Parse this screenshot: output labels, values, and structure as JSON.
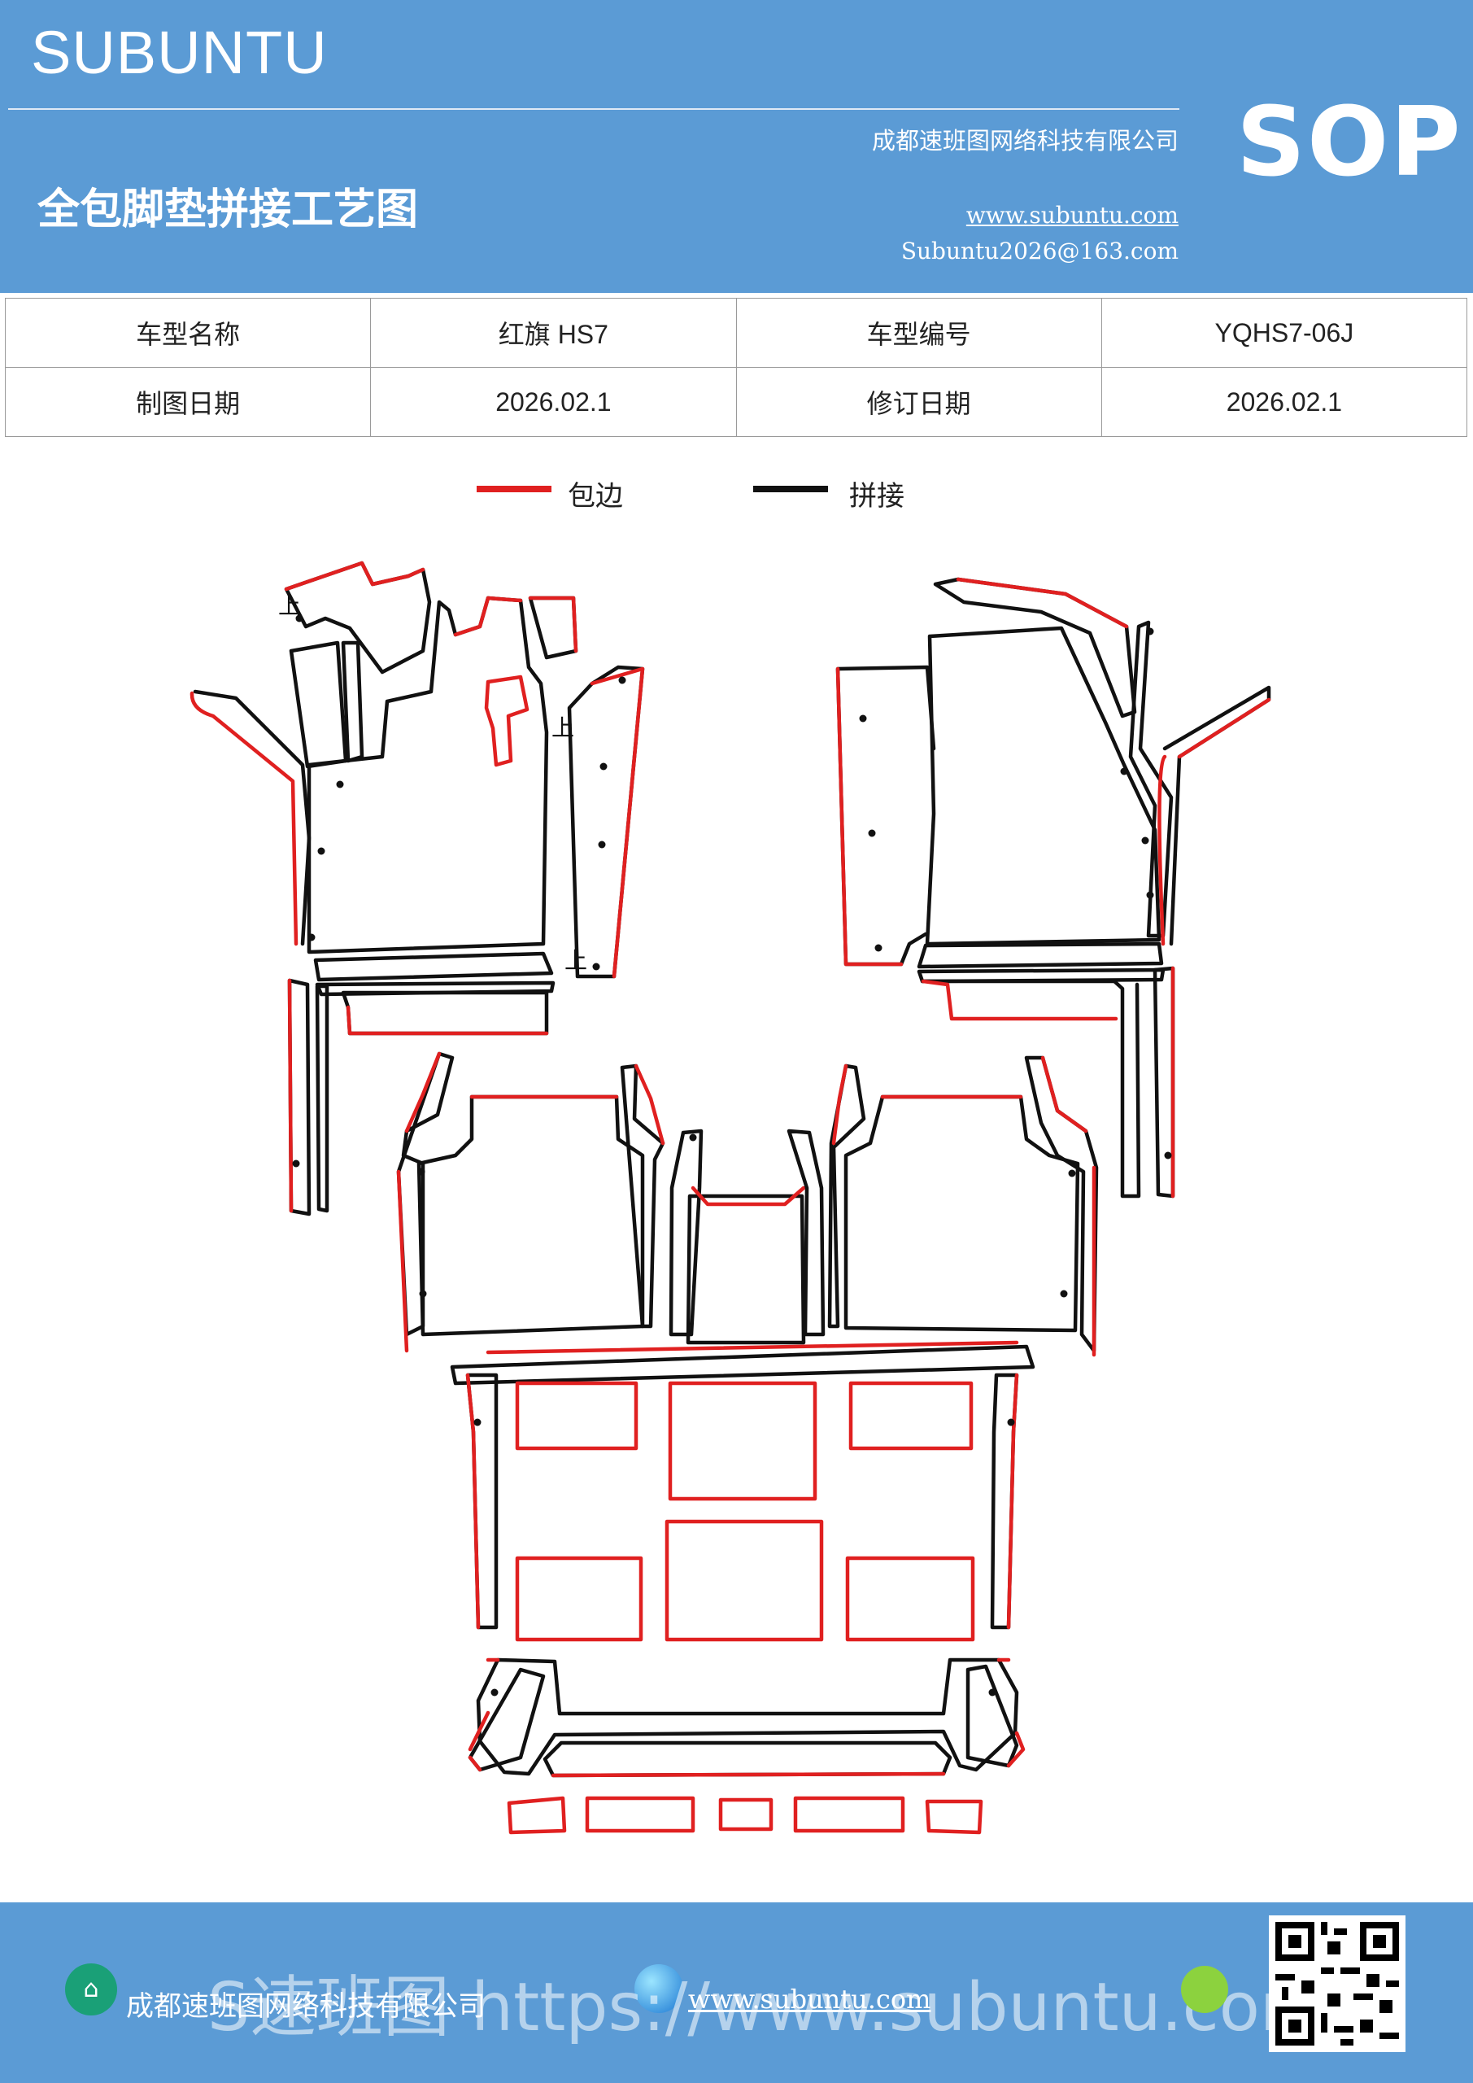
{
  "header": {
    "brand": "SUBUNTU",
    "company": "成都速班图网络科技有限公司",
    "title": "全包脚垫拼接工艺图",
    "url": "www.subuntu.com",
    "email": "Subuntu2026@163.com",
    "badge": "SOP"
  },
  "info": {
    "model_name_label": "车型名称",
    "model_name": "红旗 HS7",
    "model_code_label": "车型编号",
    "model_code": "YQHS7-06J",
    "draw_date_label": "制图日期",
    "draw_date": "2026.02.1",
    "revise_date_label": "修订日期",
    "revise_date": "2026.02.1"
  },
  "legend": {
    "edge_label": "包边",
    "edge_color": "#e02020",
    "join_label": "拼接",
    "join_color": "#111111"
  },
  "diagram": {
    "marker_up": "上"
  },
  "footer": {
    "company": "成都速班图网络科技有限公司",
    "url": "www.subuntu.com",
    "watermark": "S速班图 https://www.subuntu.com"
  }
}
